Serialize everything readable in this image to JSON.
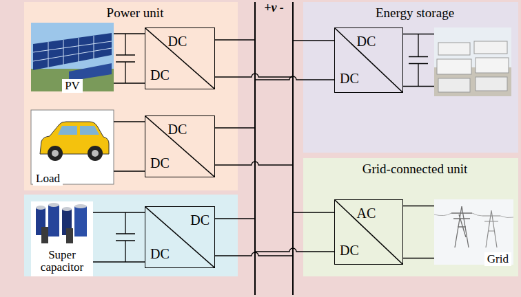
{
  "diagram": {
    "nodes": [
      {
        "text": [
          "Power unit"
        ]
      },
      {
        "text": [
          "PV"
        ],
        "in": 0
      },
      {
        "text": [
          "DC",
          "DC"
        ],
        "in": 0
      },
      {
        "text": [
          "Load"
        ],
        "in": 0
      },
      {
        "text": [
          "DC",
          "DC"
        ],
        "in": 0
      },
      {
        "text": [
          "Super capacitor"
        ]
      },
      {
        "text": [
          "DC",
          "DC"
        ]
      },
      {
        "text": [
          "Energy storage"
        ]
      },
      {
        "text": [
          "DC",
          "DC"
        ],
        "in": 7
      },
      {
        "text": [
          "Grid-connected unit"
        ]
      },
      {
        "text": [
          "AC",
          "DC"
        ],
        "in": 9
      },
      {
        "text": [
          "Grid"
        ],
        "in": 9
      }
    ],
    "edges": [
      {
        "from": 1,
        "to": 2,
        "arrow": "none"
      },
      {
        "from": 3,
        "to": 4,
        "arrow": "none"
      },
      {
        "from": 5,
        "to": 6,
        "arrow": "none"
      },
      {
        "from": 10,
        "to": 11,
        "arrow": "none"
      }
    ],
    "labels": [
      "+v -"
    ]
  }
}
